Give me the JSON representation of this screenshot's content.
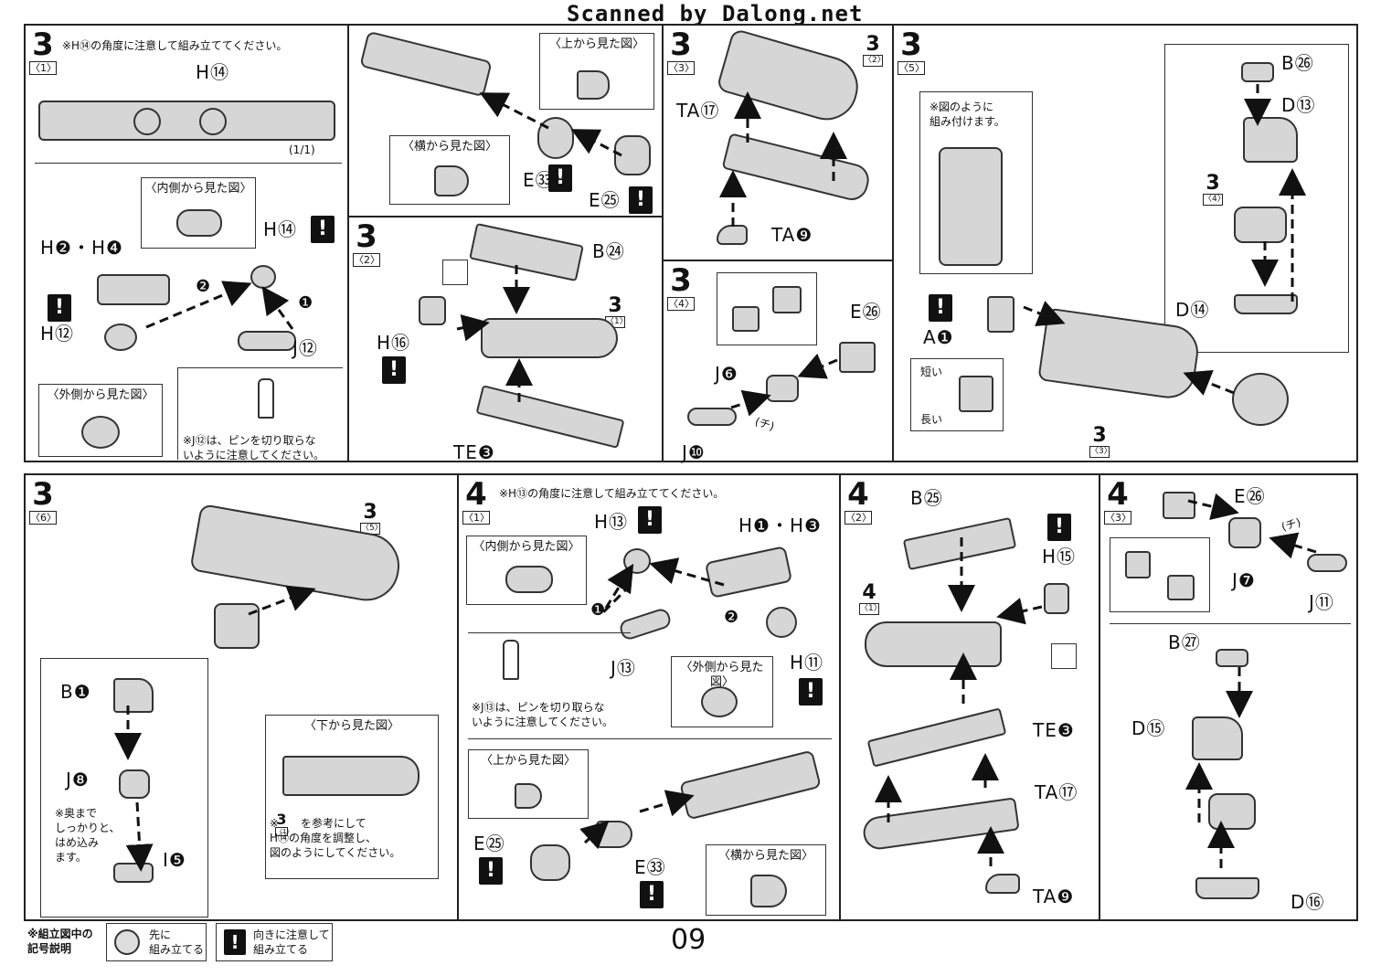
{
  "header": {
    "watermark": "Scanned by Dalong.net"
  },
  "footer": {
    "legend_title": "※組立図中の\n記号説明",
    "legend_items": [
      {
        "icon": "pre-assembled-icon",
        "text": "先に\n組み立てる"
      },
      {
        "icon": "orientation-warning-icon",
        "text": "向きに注意して\n組み立てる"
      }
    ],
    "page_number": "09"
  },
  "steps": {
    "s3_1": {
      "number": "3",
      "sub": "〈1〉",
      "note_top": "※H⑭の角度に注意して組み立ててください。",
      "scale": "(1/1)",
      "labels": [
        "H⑭",
        "H❷・H❹",
        "H⑫",
        "J⑫",
        "E㉝",
        "E㉕"
      ],
      "view_inner": "〈内側から見た図〉",
      "view_outer": "〈外側から見た図〉",
      "view_top": "〈上から見た図〉",
      "view_side": "〈横から見た図〉",
      "note_pin": "※J⑫は、ピンを切り取らな\nいように注意してください。",
      "markers": [
        "❶",
        "❷"
      ]
    },
    "s3_2": {
      "number": "3",
      "sub": "〈2〉",
      "labels": [
        "B㉔",
        "H⑯",
        "TE❸"
      ],
      "ref_num": "3",
      "ref_sub": "〈1〉"
    },
    "s3_3": {
      "number": "3",
      "sub": "〈3〉",
      "labels": [
        "TA⑰",
        "TA❾"
      ],
      "ref_num": "3",
      "ref_sub": "〈2〉"
    },
    "s3_4": {
      "number": "3",
      "sub": "〈4〉",
      "labels": [
        "E㉖",
        "J❻",
        "J❿"
      ],
      "bend": "(チ)"
    },
    "s3_5": {
      "number": "3",
      "sub": "〈5〉",
      "note": "※図のように\n組み付けます。",
      "labels": [
        "B㉖",
        "D⑬",
        "D⑭",
        "A❶"
      ],
      "short": "短い",
      "long": "長い",
      "ref4_num": "3",
      "ref4_sub": "〈4〉",
      "ref3_num": "3",
      "ref3_sub": "〈3〉"
    },
    "s3_6": {
      "number": "3",
      "sub": "〈6〉",
      "labels": [
        "B❶",
        "J❽",
        "I❺"
      ],
      "note_push": "※奥まで\nしっかりと、\nはめ込み\nます。",
      "view_bottom": "〈下から見た図〉",
      "note_ref": "※　　を参考にして\nH⑭の角度を調整し、\n図のようにしてください。",
      "ref_num": "3",
      "ref_sub": "〈5〉",
      "ref2_num": "3",
      "ref2_sub": "〈1〉"
    },
    "s4_1": {
      "number": "4",
      "sub": "〈1〉",
      "note_top": "※H⑬の角度に注意して組み立ててください。",
      "labels": [
        "H⑬",
        "H❶・H❸",
        "J⑬",
        "H⑪",
        "E㉕",
        "E㉝"
      ],
      "view_inner": "〈内側から見た図〉",
      "view_outer": "〈外側から見た図〉",
      "view_top": "〈上から見た図〉",
      "view_side": "〈横から見た図〉",
      "note_pin": "※J⑬は、ピンを切り取らな\nいように注意してください。",
      "markers": [
        "❶",
        "❷"
      ]
    },
    "s4_2": {
      "number": "4",
      "sub": "〈2〉",
      "labels": [
        "B㉕",
        "H⑮",
        "TE❸",
        "TA⑰",
        "TA❾"
      ],
      "ref_num": "4",
      "ref_sub": "〈1〉"
    },
    "s4_3": {
      "number": "4",
      "sub": "〈3〉",
      "labels": [
        "E㉖",
        "J❼",
        "J⑪",
        "B㉗",
        "D⑮",
        "D⑯"
      ],
      "bend": "(チ)"
    }
  }
}
